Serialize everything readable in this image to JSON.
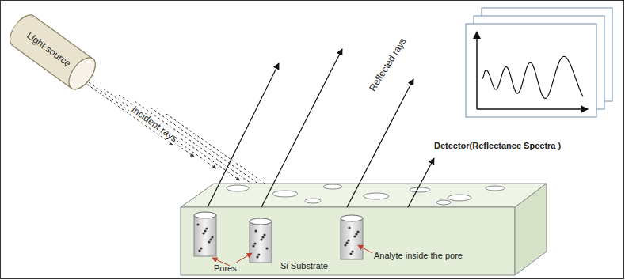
{
  "diagram": {
    "nodes": [
      {
        "text": [
          "Light source"
        ]
      },
      {
        "text": [
          "Si Substrate"
        ]
      }
    ],
    "labels": [
      "Incident rays",
      "Reflected rays",
      "Detector(Reflectance Spectra )",
      "Pores",
      "Analyte inside the pore"
    ]
  }
}
